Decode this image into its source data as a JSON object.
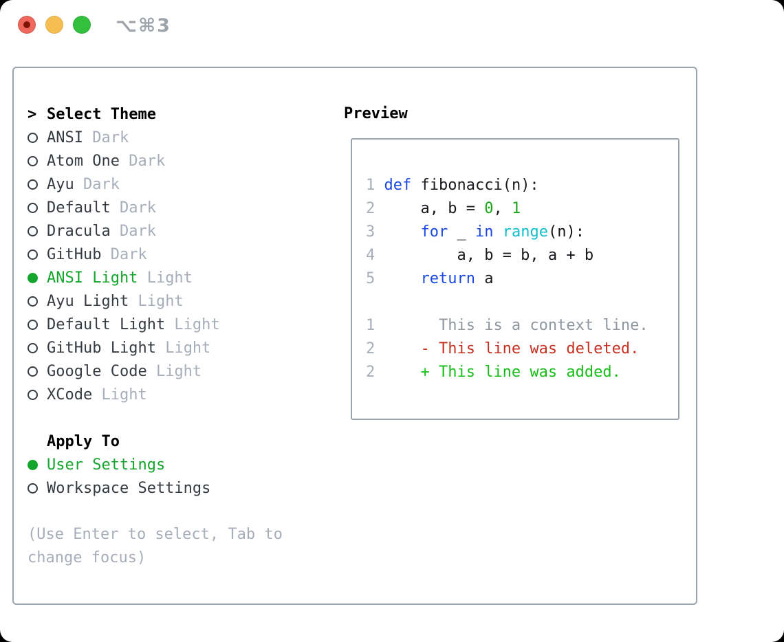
{
  "window": {
    "shortcut_label": "⌥⌘3",
    "traffic_lights": [
      "close",
      "minimize",
      "zoom"
    ]
  },
  "theme_selector": {
    "prompt": ">",
    "title": "Select Theme",
    "items": [
      {
        "name": "ANSI",
        "variant": "Dark",
        "selected": false
      },
      {
        "name": "Atom One",
        "variant": "Dark",
        "selected": false
      },
      {
        "name": "Ayu",
        "variant": "Dark",
        "selected": false
      },
      {
        "name": "Default",
        "variant": "Dark",
        "selected": false
      },
      {
        "name": "Dracula",
        "variant": "Dark",
        "selected": false
      },
      {
        "name": "GitHub",
        "variant": "Dark",
        "selected": false
      },
      {
        "name": "ANSI Light",
        "variant": "Light",
        "selected": true
      },
      {
        "name": "Ayu Light",
        "variant": "Light",
        "selected": false
      },
      {
        "name": "Default Light",
        "variant": "Light",
        "selected": false
      },
      {
        "name": "GitHub Light",
        "variant": "Light",
        "selected": false
      },
      {
        "name": "Google Code",
        "variant": "Light",
        "selected": false
      },
      {
        "name": "XCode",
        "variant": "Light",
        "selected": false
      }
    ]
  },
  "apply_to": {
    "title": "Apply To",
    "options": [
      {
        "label": "User Settings",
        "selected": true
      },
      {
        "label": "Workspace Settings",
        "selected": false
      }
    ]
  },
  "help_text": "(Use Enter to select, Tab to change focus)",
  "preview": {
    "title": "Preview",
    "lines": [
      {
        "segments": [
          {
            "style": "ln",
            "text": "1 "
          },
          {
            "style": "kw",
            "text": "def"
          },
          {
            "style": "tx",
            "text": " fibonacci(n):"
          }
        ]
      },
      {
        "segments": [
          {
            "style": "ln",
            "text": "2 "
          },
          {
            "style": "tx",
            "text": "    a, b = "
          },
          {
            "style": "lit",
            "text": "0"
          },
          {
            "style": "tx",
            "text": ", "
          },
          {
            "style": "lit",
            "text": "1"
          }
        ]
      },
      {
        "segments": [
          {
            "style": "ln",
            "text": "3 "
          },
          {
            "style": "tx",
            "text": "    "
          },
          {
            "style": "kw",
            "text": "for"
          },
          {
            "style": "tx",
            "text": " _ "
          },
          {
            "style": "kw",
            "text": "in"
          },
          {
            "style": "tx",
            "text": " "
          },
          {
            "style": "bi",
            "text": "range"
          },
          {
            "style": "tx",
            "text": "(n):"
          }
        ]
      },
      {
        "segments": [
          {
            "style": "ln",
            "text": "4 "
          },
          {
            "style": "tx",
            "text": "        a, b = b, a + b"
          }
        ]
      },
      {
        "segments": [
          {
            "style": "ln",
            "text": "5 "
          },
          {
            "style": "tx",
            "text": "    "
          },
          {
            "style": "kw",
            "text": "return"
          },
          {
            "style": "tx",
            "text": " a"
          }
        ]
      },
      {
        "segments": []
      },
      {
        "segments": [
          {
            "style": "ln",
            "text": "1 "
          },
          {
            "style": "ctx",
            "text": "      This is a context line."
          }
        ]
      },
      {
        "segments": [
          {
            "style": "ln",
            "text": "2 "
          },
          {
            "style": "del",
            "text": "    - This line was deleted."
          }
        ]
      },
      {
        "segments": [
          {
            "style": "ln",
            "text": "2 "
          },
          {
            "style": "add",
            "text": "    + This line was added."
          }
        ]
      }
    ]
  },
  "colors": {
    "selection_green": "#14A52C",
    "diff_added_green": "#17BE17",
    "diff_deleted_red": "#C63121",
    "keyword_blue": "#1B49E0",
    "builtin_cyan": "#10BECE",
    "literal_green": "#17A617",
    "muted_gray": "#A7AEBA",
    "context_gray": "#8F979F",
    "border_gray": "#9AA3AE",
    "traffic_red": "#F0685C",
    "traffic_yellow": "#F6BE50",
    "traffic_green": "#33C13D"
  }
}
